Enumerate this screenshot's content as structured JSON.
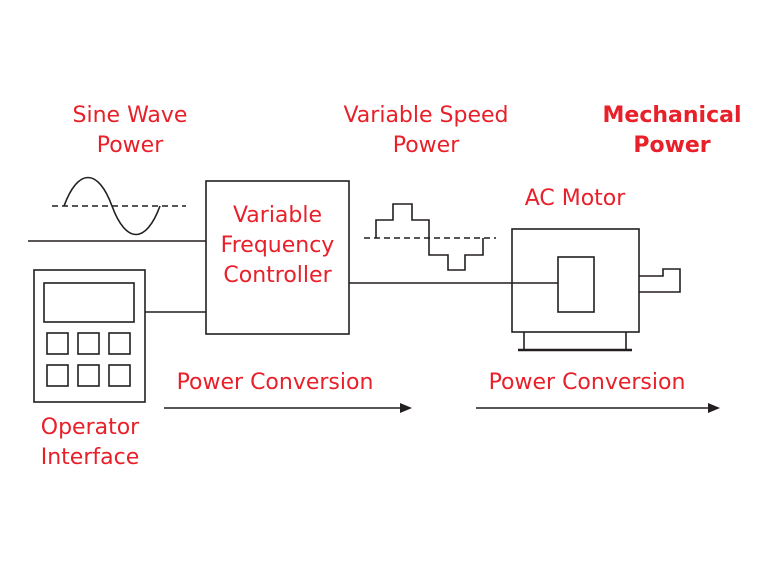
{
  "colors": {
    "accent": "#e8202a",
    "line": "#231f20",
    "background": "#ffffff"
  },
  "labels": {
    "sine_wave_power": [
      "Sine Wave",
      "Power"
    ],
    "variable_speed_power": [
      "Variable Speed",
      "Power"
    ],
    "mechanical_power": [
      "Mechanical",
      "Power"
    ],
    "vfc": [
      "Variable",
      "Frequency",
      "Controller"
    ],
    "ac_motor": "AC Motor",
    "power_conversion_1": "Power Conversion",
    "power_conversion_2": "Power Conversion",
    "operator_interface": [
      "Operator",
      "Interface"
    ]
  }
}
